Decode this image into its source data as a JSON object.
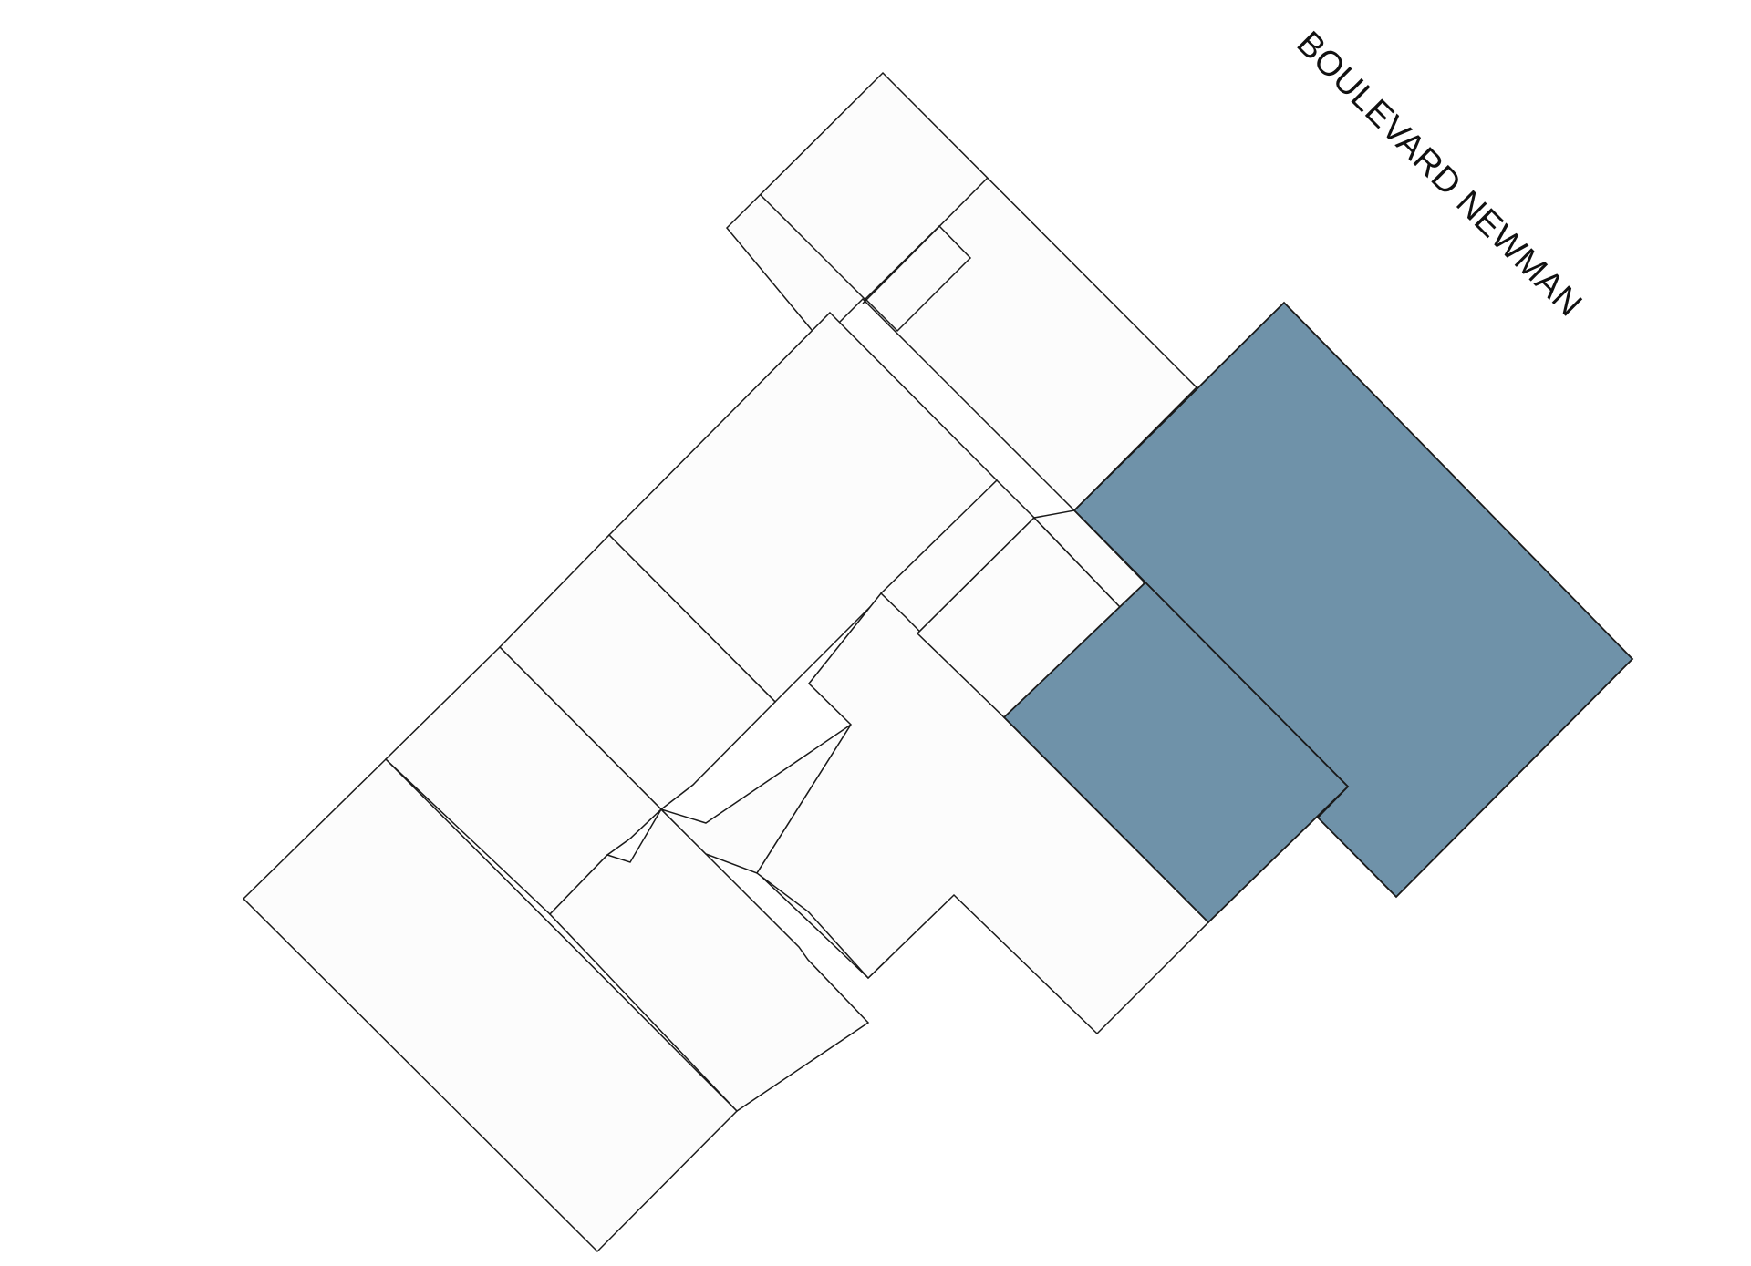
{
  "map": {
    "street_label": "BOULEVARD NEWMAN",
    "colors": {
      "background": "#ffffff",
      "unit_fill": "#fcfcfc",
      "unit_outline": "#1a1a1a",
      "highlight_fill": "#6f92a9"
    },
    "units": [
      {
        "id": "unit-north-annex",
        "state": "available"
      },
      {
        "id": "unit-center-north",
        "state": "available"
      },
      {
        "id": "unit-center-mid",
        "state": "available"
      },
      {
        "id": "unit-west-mid",
        "state": "available"
      },
      {
        "id": "unit-southwest-large",
        "state": "available"
      },
      {
        "id": "unit-south-center",
        "state": "available"
      },
      {
        "id": "unit-east-l-shape",
        "state": "available"
      },
      {
        "id": "unit-east-corridor",
        "state": "available"
      },
      {
        "id": "unit-boulevard-corner",
        "state": "highlighted"
      },
      {
        "id": "unit-boulevard-adjacent",
        "state": "highlighted"
      }
    ]
  }
}
